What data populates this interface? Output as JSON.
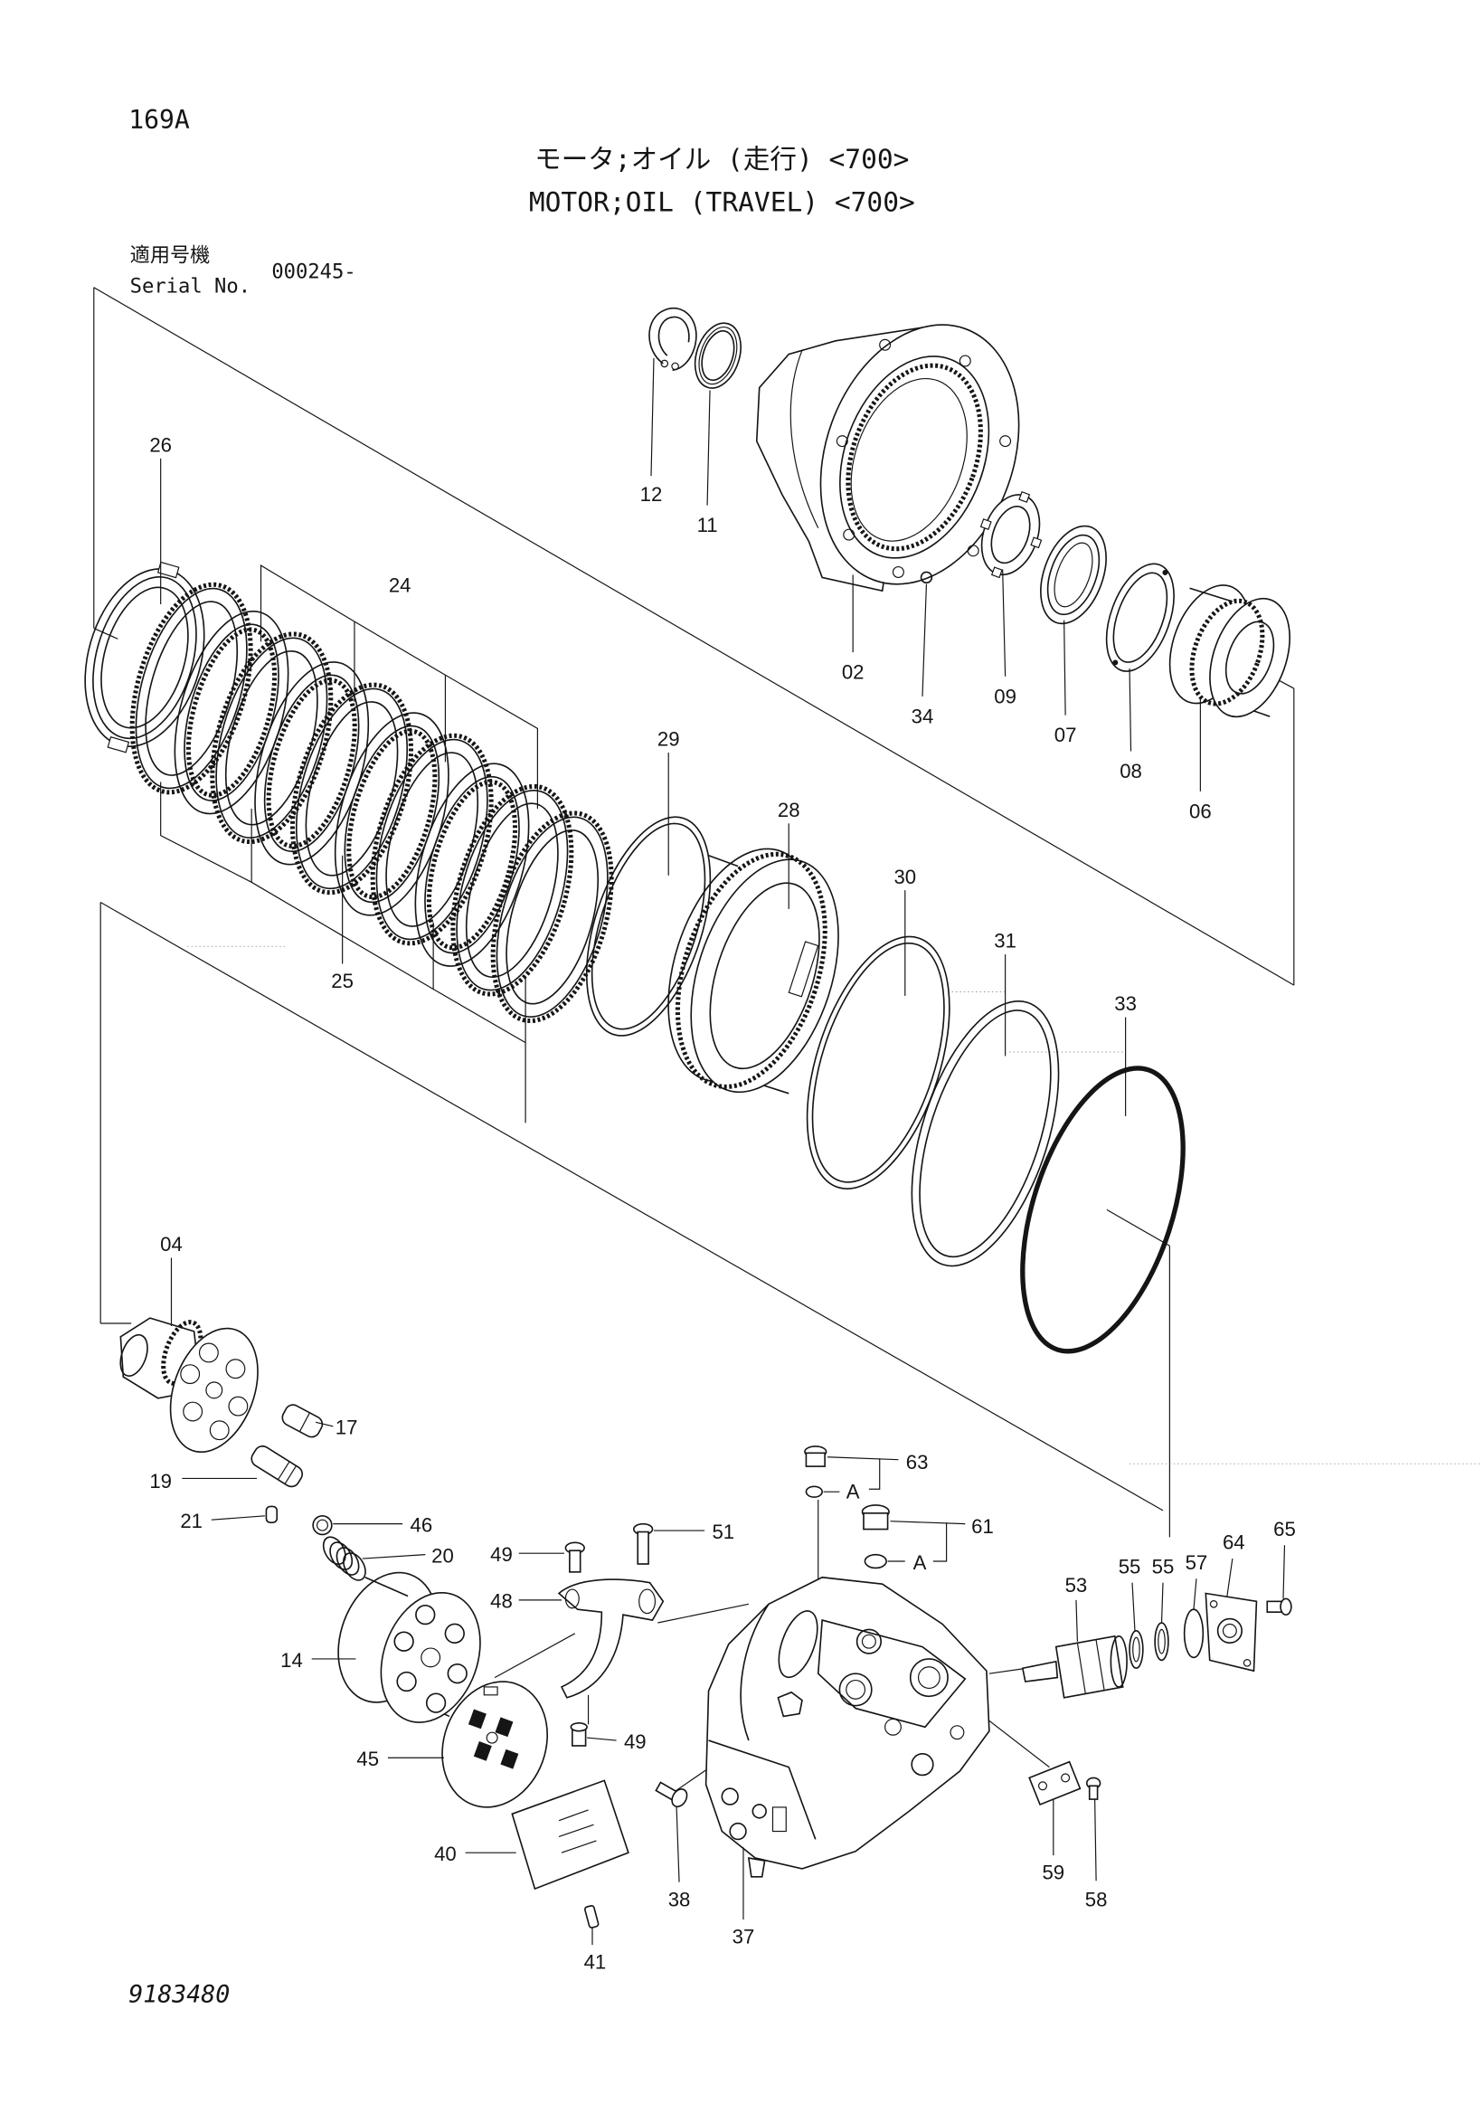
{
  "page_number": "169A",
  "title_jp": "モータ;オイル (走行) <700>",
  "title_en": "MOTOR;OIL (TRAVEL) <700>",
  "serial": {
    "label_jp": "適用号機",
    "label_en": "Serial No.",
    "value": "000245-"
  },
  "drawing_number": "9183480",
  "callouts": [
    "12",
    "11",
    "02",
    "34",
    "09",
    "07",
    "08",
    "06",
    "26",
    "24",
    "25",
    "29",
    "28",
    "30",
    "31",
    "33",
    "04",
    "17",
    "19",
    "21",
    "46",
    "20",
    "14",
    "45",
    "40",
    "41",
    "49",
    "48",
    "51",
    "49",
    "38",
    "37",
    "63",
    "A",
    "61",
    "A",
    "53",
    "55",
    "55",
    "57",
    "64",
    "65",
    "59",
    "58"
  ]
}
